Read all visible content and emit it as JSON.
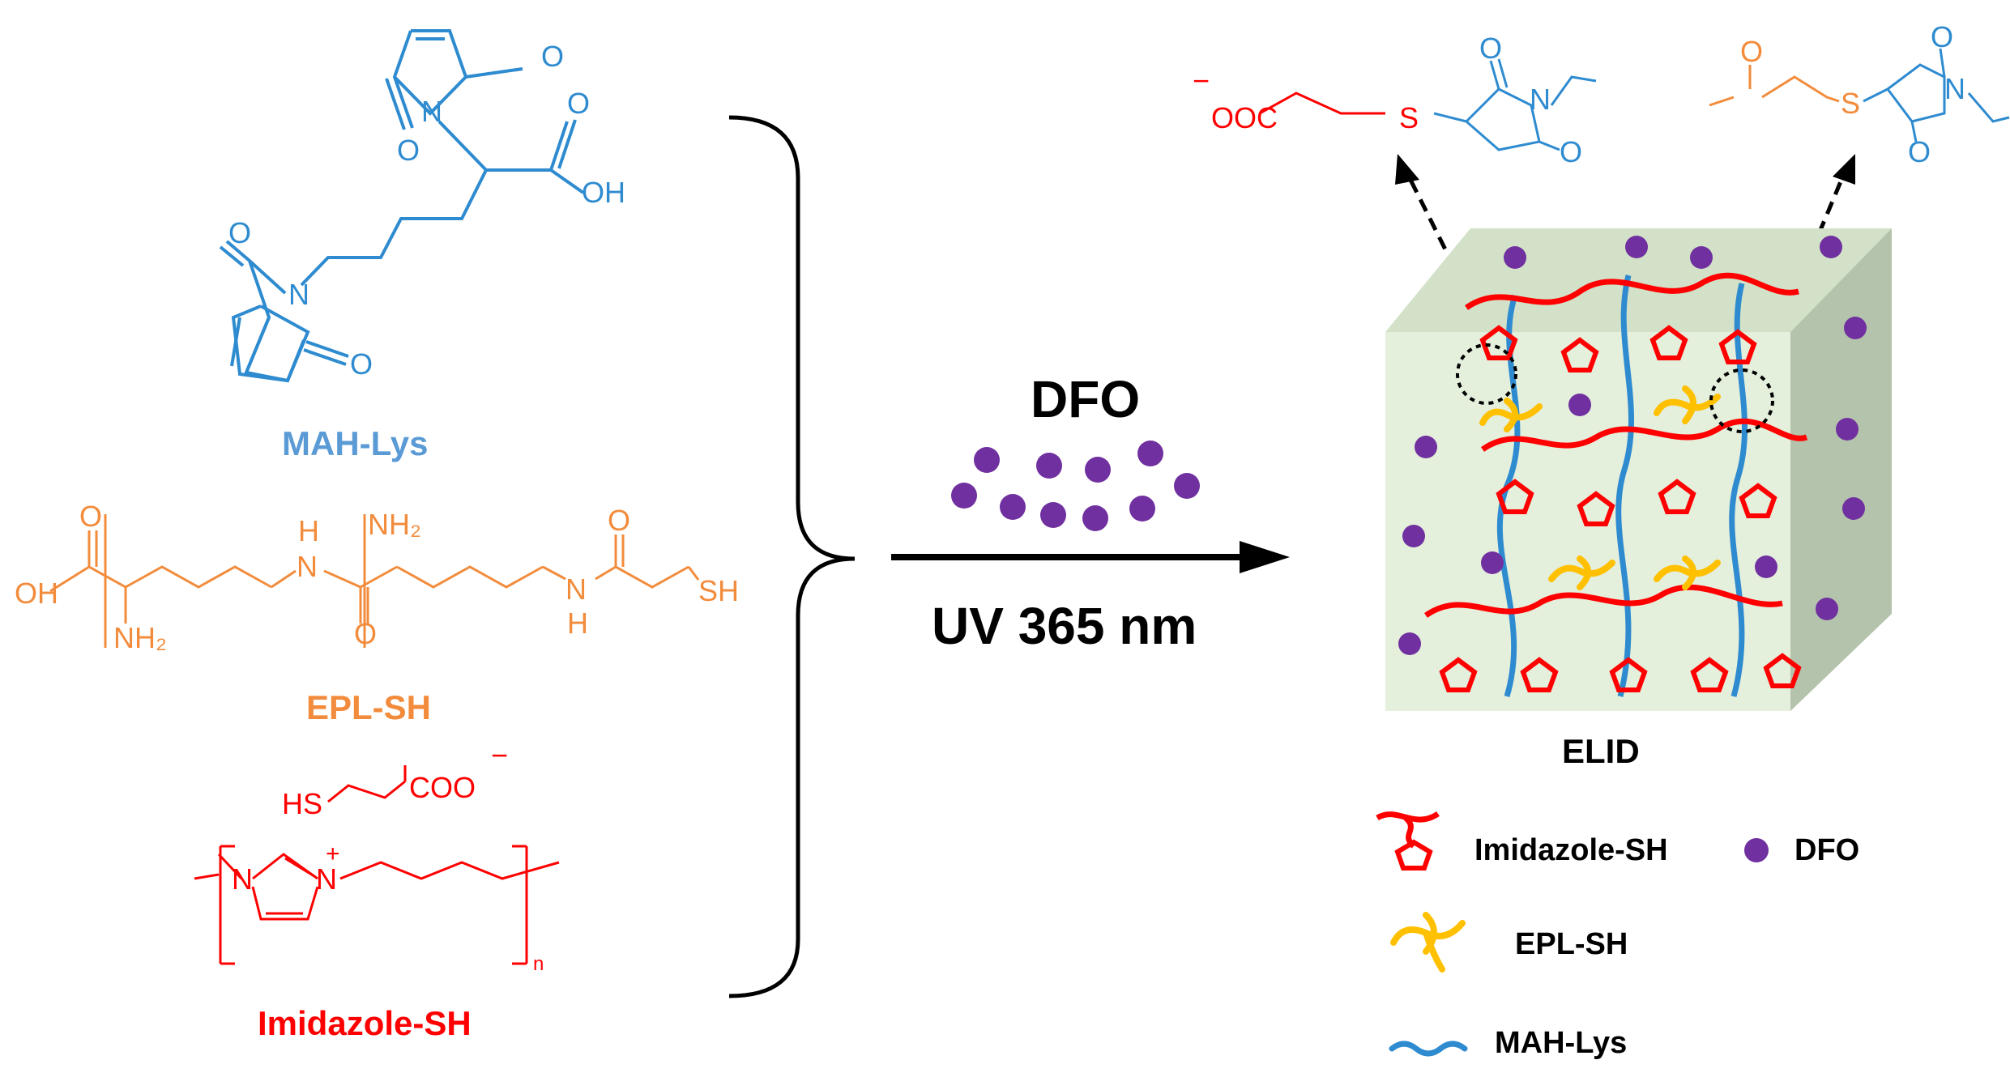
{
  "colors": {
    "mah": "#2e8bd0",
    "mah_label": "#5b9bd5",
    "epl": "#f28c3c",
    "imid": "#ff0000",
    "dfo": "#7030a0",
    "cube_front": "#e4efdc",
    "cube_top": "#d2e1c8",
    "cube_side": "#b4c3ab",
    "black": "#000000"
  },
  "labels": {
    "mah_lys": "MAH-Lys",
    "epl_sh": "EPL-SH",
    "imidazole_sh": "Imidazole-SH",
    "dfo": "DFO",
    "uv": "UV 365 nm",
    "elid": "ELID"
  },
  "chem": {
    "O": "O",
    "N": "N",
    "S": "S",
    "OH": "OH",
    "H": "H",
    "NH2": "NH₂",
    "SH": "SH",
    "HS": "HS",
    "COO": "COO",
    "OOC": "OOC",
    "minus": "−",
    "plus": "+",
    "n": "n"
  },
  "legend": {
    "imidazole_sh": "Imidazole-SH",
    "dfo": "DFO",
    "epl_sh": "EPL-SH",
    "mah_lys": "MAH-Lys"
  }
}
